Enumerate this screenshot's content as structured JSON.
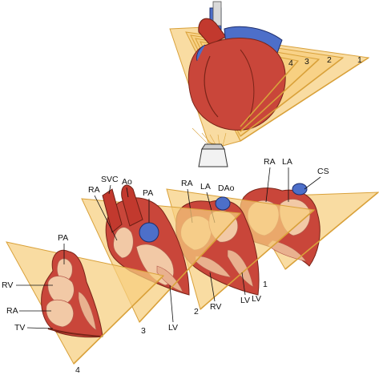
{
  "top_view": {
    "plane_numbers": [
      "4",
      "3",
      "2",
      "1"
    ]
  },
  "section_4": {
    "labels": {
      "pa": "PA",
      "rv": "RV",
      "ra": "RA",
      "tv": "TV"
    },
    "number": "4"
  },
  "section_3": {
    "labels": {
      "ra": "RA",
      "svc": "SVC",
      "ao": "Ao",
      "pa": "PA",
      "lv": "LV"
    },
    "number": "3"
  },
  "section_2": {
    "labels": {
      "ra": "RA",
      "la": "LA",
      "dao": "DAo",
      "rv": "RV",
      "lv": "LV"
    },
    "number": "2"
  },
  "section_1": {
    "labels": {
      "ra": "RA",
      "la": "LA",
      "cs": "CS",
      "lv": "LV"
    },
    "number": "1"
  },
  "colors": {
    "plane_fill": "#f6cf7e",
    "plane_edge": "#d9a13a",
    "myocardium": "#c9463a",
    "cavity": "#f2c9a6",
    "venous_vessel": "#4d6fc9",
    "arterial_vessel": "#c2392e"
  }
}
